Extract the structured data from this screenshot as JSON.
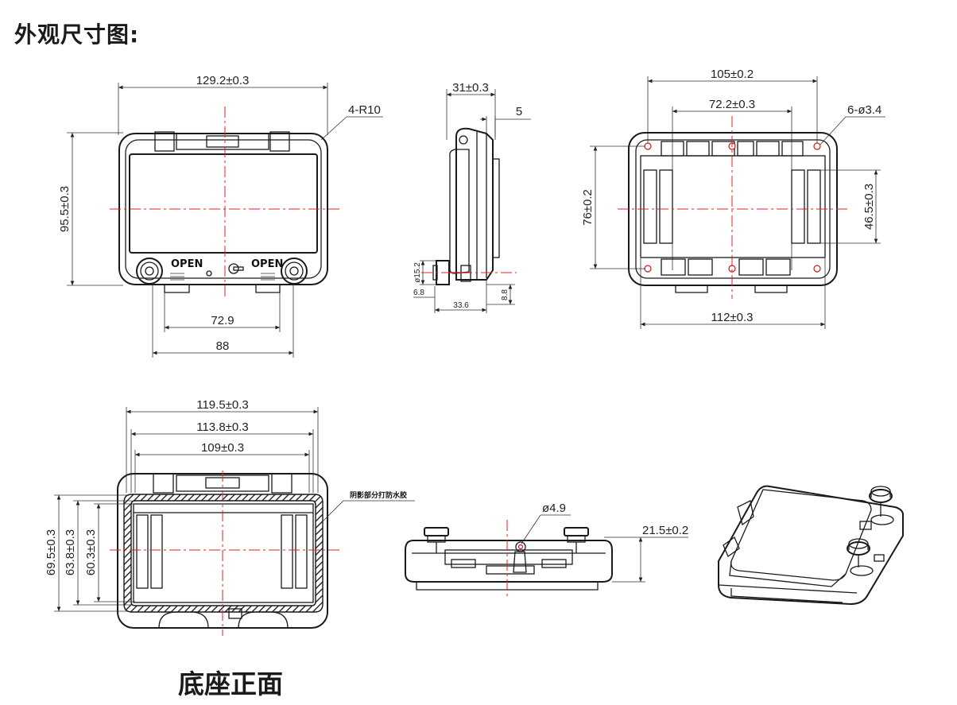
{
  "header": {
    "title": "外观尺寸图:"
  },
  "caption": {
    "base_front": "底座正面"
  },
  "front_view": {
    "width_dim": "129.2±0.3",
    "height_dim": "95.5±0.3",
    "radius_note": "4-R10",
    "inner_span_dim": "72.9",
    "outer_span_dim": "88",
    "open_label": "OPEN"
  },
  "side_view": {
    "depth_dim": "31±0.3",
    "lip_dim": "5",
    "dia_dim": "ø15.2",
    "left_dim": "6.8",
    "base_dim": "33.6",
    "right_dim": "8.8"
  },
  "back_view": {
    "outer_holes_dim": "105±0.2",
    "inner_holes_dim": "72.2±0.3",
    "holes_note": "6-ø3.4",
    "left_height_dim": "76±0.2",
    "right_height_dim": "46.5±0.3",
    "bottom_width_dim": "112±0.3"
  },
  "base_view": {
    "w1": "119.5±0.3",
    "w2": "113.8±0.3",
    "w3": "109±0.3",
    "h1": "69.5±0.3",
    "h2": "63.8±0.3",
    "h3": "60.3±0.3",
    "gasket_note": "阴影部分打防水胶"
  },
  "bottom_view": {
    "dia_dim": "ø4.9",
    "height_dim": "21.5±0.2"
  }
}
